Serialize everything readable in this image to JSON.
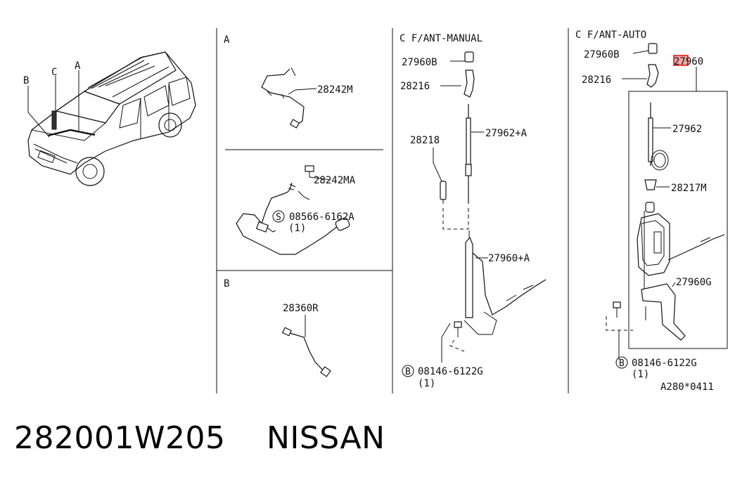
{
  "sections": {
    "a_label": "A",
    "b_label": "B",
    "c_manual_title": "C  F/ANT-MANUAL",
    "c_auto_title": "C  F/ANT-AUTO"
  },
  "vehicle_callouts": {
    "a": "A",
    "b": "B",
    "c": "C"
  },
  "parts": {
    "p28242M": "28242M",
    "p28242MA": "28242MA",
    "bolt_a_symbol": "S",
    "bolt_a_code": "08566-6162A",
    "bolt_a_qty": "(1)",
    "p28360R": "28360R",
    "m_27960B": "27960B",
    "m_28216": "28216",
    "m_28218": "28218",
    "m_27962A": "27962+A",
    "m_27960A": "27960+A",
    "m_bolt_symbol": "B",
    "m_bolt_code": "08146-6122G",
    "m_bolt_qty": "(1)",
    "a_27960B": "27960B",
    "a_27960_highlight": "27960",
    "a_28216": "28216",
    "a_27962": "27962",
    "a_28217M": "28217M",
    "a_27960G": "27960G",
    "a_bolt_symbol": "B",
    "a_bolt_code": "08146-6122G",
    "a_bolt_qty": "(1)",
    "diagram_code": "A280*0411"
  },
  "footer": {
    "part_number": "282001W205",
    "brand": "NISSAN"
  },
  "colors": {
    "highlight": "#e02020",
    "line": "#111111"
  }
}
